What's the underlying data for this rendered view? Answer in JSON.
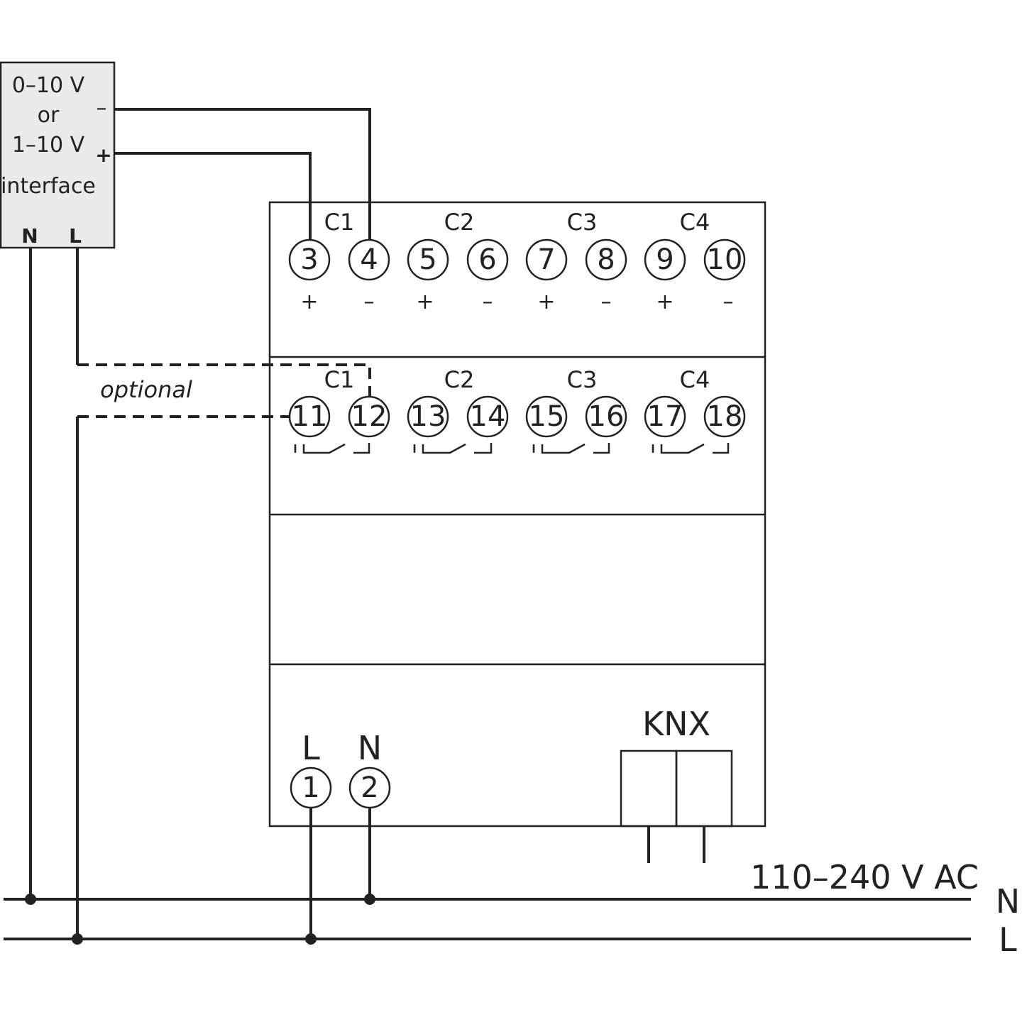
{
  "interface": {
    "line1": "0–10 V",
    "line2": "or",
    "line3": "1–10 V",
    "line4": "interface",
    "minus": "–",
    "plus": "+",
    "n": "N",
    "l": "L"
  },
  "optional_label": "optional",
  "top_row": {
    "channels": [
      "C1",
      "C2",
      "C3",
      "C4"
    ],
    "terminals": [
      "3",
      "4",
      "5",
      "6",
      "7",
      "8",
      "9",
      "10"
    ],
    "signs": [
      "+",
      "–",
      "+",
      "–",
      "+",
      "–",
      "+",
      "–"
    ]
  },
  "relay_row": {
    "channels": [
      "C1",
      "C2",
      "C3",
      "C4"
    ],
    "terminals": [
      "11",
      "12",
      "13",
      "14",
      "15",
      "16",
      "17",
      "18"
    ]
  },
  "power": {
    "l_label": "L",
    "n_label": "N",
    "terminal_1": "1",
    "terminal_2": "2"
  },
  "knx_label": "KNX",
  "supply_label": "110–240 V AC",
  "bus": {
    "n": "N",
    "l": "L"
  },
  "colors": {
    "line": "#222222",
    "interface_fill": "#e8eaeb",
    "background": "#ffffff"
  }
}
